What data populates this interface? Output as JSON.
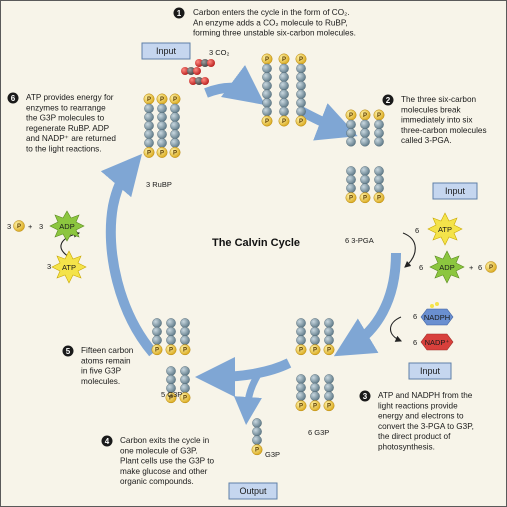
{
  "title": "The Calvin Cycle",
  "steps": [
    {
      "num": "1",
      "lines": [
        "Carbon enters the cycle in the form of CO₂.",
        "An enzyme adds a CO₂ molecule to RuBP,",
        "forming three unstable six-carbon molecules."
      ]
    },
    {
      "num": "2",
      "lines": [
        "The three six-carbon",
        "molecules break",
        "immediately into six",
        "three-carbon molecules",
        "called 3-PGA."
      ]
    },
    {
      "num": "3",
      "lines": [
        "ATP and NADPH from the",
        "light reactions provide",
        "energy and electrons to",
        "convert the 3-PGA to G3P,",
        "the direct product of",
        "photosynthesis."
      ]
    },
    {
      "num": "4",
      "lines": [
        "Carbon exits the cycle in",
        "one molecule of G3P.",
        "Plant cells use the G3P to",
        "make glucose and other",
        "organic compounds."
      ]
    },
    {
      "num": "5",
      "lines": [
        "Fifteen carbon",
        "atoms remain",
        "in five G3P",
        "molecules."
      ]
    },
    {
      "num": "6",
      "lines": [
        "ATP provides energy for",
        "enzymes to rearrange",
        "the G3P molecules to",
        "regenerate RuBP. ADP",
        "and NADP⁺ are returned",
        "to the light reactions."
      ]
    }
  ],
  "boxes": {
    "input_top": "Input",
    "input_right_1": "Input",
    "input_right_2": "Input",
    "output": "Output"
  },
  "molecule_labels": {
    "co2": "3 CO₂",
    "rubp": "3 RuBP",
    "pga": "6 3-PGA",
    "g3p_5": "5 G3P",
    "g3p_6": "6 G3P",
    "g3p_out": "G3P"
  },
  "phosphate": "P",
  "atp": "ATP",
  "adp": "ADP",
  "nadph": "NADPH",
  "nadp": "NADP⁺",
  "coefficients": {
    "left_p": "3",
    "left_plus": "+",
    "left_adp": "3",
    "left_atp": "3",
    "right_atp": "6",
    "right_adp": "6",
    "right_plus": "+",
    "right_p": "6",
    "nadph": "6",
    "nadp": "6"
  },
  "colors": {
    "carbon": "#7e9aa8",
    "phosphate": "#f2cf3e",
    "arrow": "#7fa6d4",
    "box": "#c5d6ef",
    "atp_star": "#f4e34a",
    "adp_star": "#8cc63f",
    "nadph": "#6a8fd0",
    "nadp": "#d8403c"
  }
}
